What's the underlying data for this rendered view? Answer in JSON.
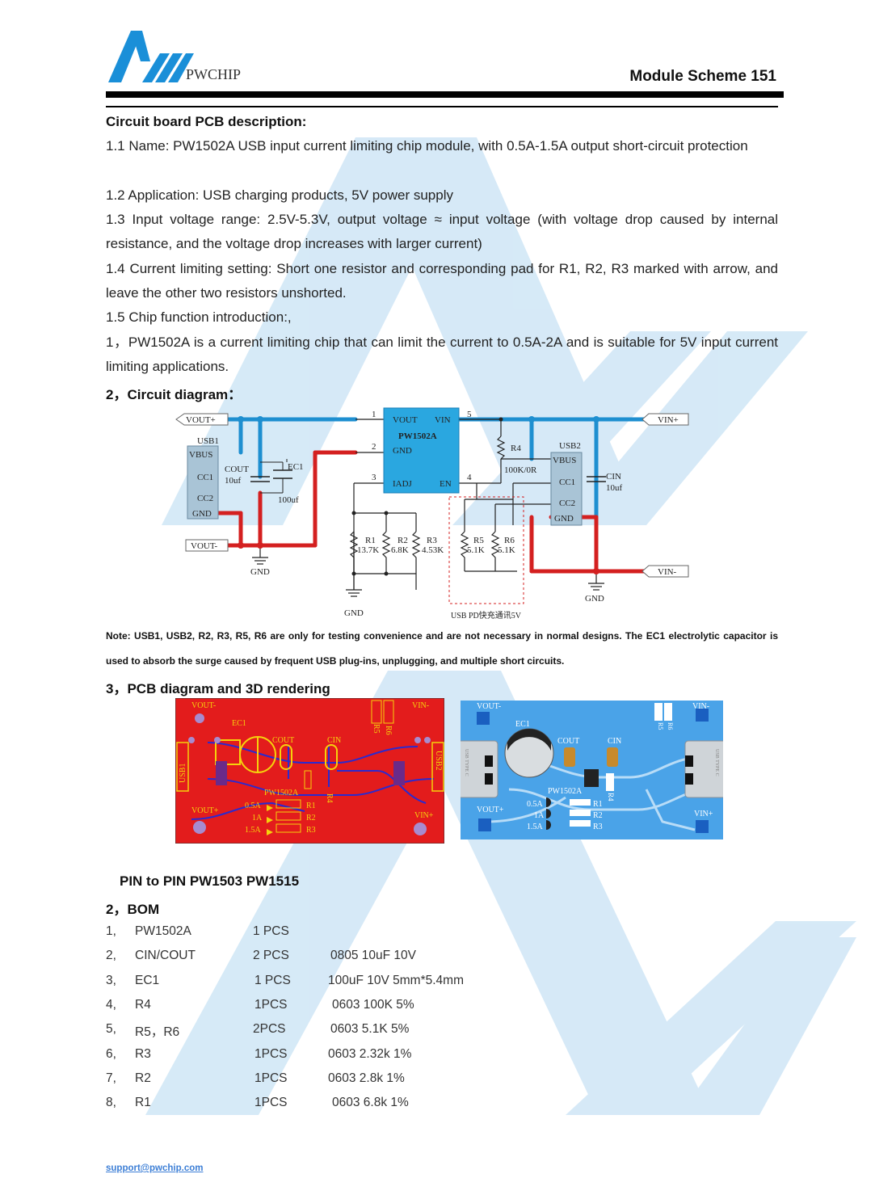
{
  "header": {
    "logo_text": "PWCHIP",
    "title": "Module Scheme 151"
  },
  "section1": {
    "heading": "Circuit board PCB description:",
    "p1": "1.1 Name: PW1502A USB input current limiting chip module, with 0.5A-1.5A output short-circuit protection",
    "p2": "1.2 Application: USB charging products, 5V power supply",
    "p3": "1.3 Input voltage range: 2.5V-5.3V, output voltage ≈ input voltage (with voltage drop caused by internal resistance, and the voltage drop increases with larger current)",
    "p4": "1.4 Current limiting setting: Short one resistor and corresponding pad for R1, R2, R3 marked with arrow, and leave the other two resistors unshorted.",
    "p5": "1.5  Chip function introduction:,",
    "p6": "1，PW1502A is a current limiting chip that can limit the current to 0.5A-2A and is suitable for 5V input current limiting applications."
  },
  "section2": {
    "heading": "2，Circuit diagram：",
    "labels": {
      "vout_plus": "VOUT+",
      "vout_minus": "VOUT-",
      "vin_plus": "VIN+",
      "vin_minus": "VIN-",
      "usb1": "USB1",
      "usb2": "USB2",
      "vbus": "VBUS",
      "cc1": "CC1",
      "cc2": "CC2",
      "gnd": "GND",
      "cout": "COUT",
      "cout_val": "10uf",
      "ec1": "EC1",
      "ec1_val": "100uf",
      "cin": "CIN",
      "cin_val": "10uf",
      "chip": "PW1502A",
      "pin_vout": "VOUT",
      "pin_vin": "VIN",
      "pin_gnd": "GND",
      "pin_iadj": "IADJ",
      "pin_en": "EN",
      "pin1": "1",
      "pin2": "2",
      "pin3": "3",
      "pin4": "4",
      "pin5": "5",
      "r4": "R4",
      "r4_val": "100K/0R",
      "r1": "R1",
      "r1_val": "13.7K",
      "r2": "R2",
      "r2_val": "6.8K",
      "r3": "R3",
      "r3_val": "4.53K",
      "r5": "R5",
      "r5_val": "5.1K",
      "r6": "R6",
      "r6_val": "5.1K",
      "pd_note": "USB PD快充通讯5V"
    },
    "note": "Note: USB1, USB2, R2, R3, R5, R6 are only for testing convenience and are not necessary in normal designs. The EC1 electrolytic capacitor is used to absorb the surge caused by frequent USB plug-ins, unplugging, and multiple short circuits."
  },
  "section3": {
    "heading": "3，PCB diagram and 3D rendering",
    "pcb_labels": {
      "vout_minus": "VOUT-",
      "vin_minus": "VIN-",
      "vout_plus": "VOUT+",
      "vin_plus": "VIN+",
      "ec1": "EC1",
      "cout": "COUT",
      "cin": "CIN",
      "usb1": "USB1",
      "usb2": "USB2",
      "chip": "PW1502A",
      "a05": "0.5A",
      "a1": "1A",
      "a15": "1.5A",
      "r1": "R1",
      "r2": "R2",
      "r3": "R3",
      "r4": "R4",
      "r5": "R5",
      "r6": "R6",
      "usb_type_c": "USB TYPE C"
    }
  },
  "pin_to_pin": "PIN to PIN PW1503  PW1515",
  "bom": {
    "heading": "2，BOM",
    "rows": [
      {
        "no": "1,",
        "part": "PW1502A",
        "qty": "1 PCS",
        "spec": ""
      },
      {
        "no": "2,",
        "part": "CIN/COUT",
        "qty": "2 PCS",
        "spec": "0805 10uF 10V"
      },
      {
        "no": "3,",
        "part": "EC1",
        "qty": "1 PCS",
        "spec": "100uF 10V  5mm*5.4mm"
      },
      {
        "no": "4,",
        "part": "R4",
        "qty": "1PCS",
        "spec": "0603  100K  5%"
      },
      {
        "no": "5,",
        "part": "R5，R6",
        "qty": "2PCS",
        "spec": "0603  5.1K  5%"
      },
      {
        "no": "6,",
        "part": "R3",
        "qty": "1PCS",
        "spec": "0603 2.32k  1%"
      },
      {
        "no": "7,",
        "part": "R2",
        "qty": "1PCS",
        "spec": "0603 2.8k  1%"
      },
      {
        "no": "8,",
        "part": "R1",
        "qty": "1PCS",
        "spec": "0603 6.8k  1%"
      }
    ]
  },
  "footer": {
    "email": "support@pwchip.com"
  },
  "colors": {
    "watermark": "#cfe6f6",
    "blue_trace": "#1e8fd0",
    "red_trace": "#d42020",
    "chip_fill": "#2aa7e0",
    "pcb_red": "#e31c1c",
    "pcb_blue": "#4aa3e8"
  }
}
